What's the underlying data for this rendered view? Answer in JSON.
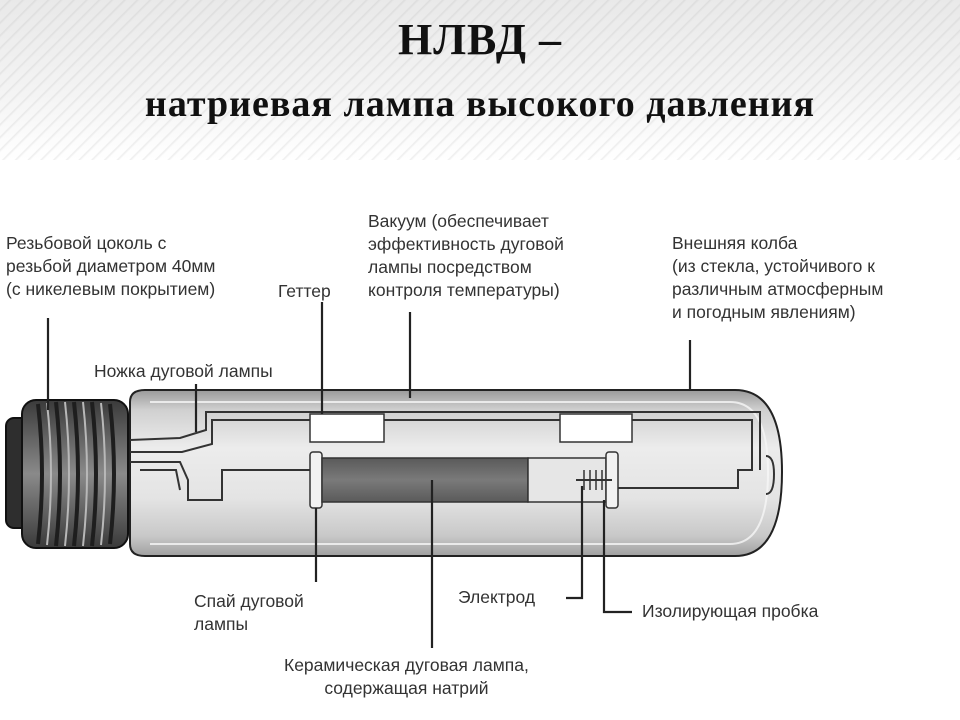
{
  "header": {
    "title": "НЛВД –",
    "subtitle": "натриевая лампа высокого давления"
  },
  "labels": {
    "base": [
      "Резьбовой цоколь с",
      "резьбой диаметром 40мм",
      "(с никелевым покрытием)"
    ],
    "getter": "Геттер",
    "vacuum": [
      "Вакуум (обеспечивает",
      "эффективность дуговой",
      "лампы посредством",
      "контроля температуры)"
    ],
    "outer_bulb": [
      "Внешняя колба",
      "(из стекла, устойчивого к",
      "различным атмосферным",
      "и погодным явлениям)"
    ],
    "stem": "Ножка дуговой лампы",
    "seal": [
      "Спай дуговой",
      "лампы"
    ],
    "electrode": "Электрод",
    "plug": "Изолирующая пробка",
    "ceramic": [
      "Керамическая дуговая лампа,",
      "содержащая натрий"
    ]
  },
  "colors": {
    "arc_tube": "#6e6e6e",
    "bulb_glass": "#c4c4c4",
    "frame": "#8a8a8a",
    "base_metal": "#7a7a7a",
    "leader_line": "#222222"
  }
}
